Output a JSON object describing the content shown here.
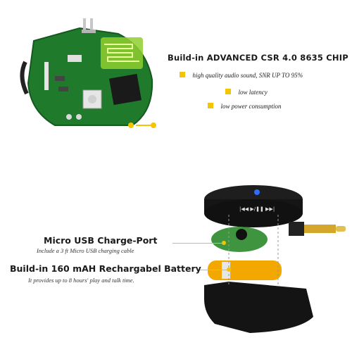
{
  "chip": {
    "title": "Build-in ADVANCED CSR 4.0 8635 CHIP",
    "features": [
      "high quality audio sound, SNR UP TO 95%",
      "low latency",
      "low power consumption"
    ]
  },
  "usb": {
    "title": "Micro USB Charge-Port",
    "subtitle": "Include a 3 ft Micro USB charging cable"
  },
  "battery": {
    "title": "Build-in 160 mAH Rechargabel Battery",
    "subtitle": "It provides up to 8 hours' play and talk time."
  },
  "device": {
    "media_controls": "|◀◀ ▶/❚❚ ▶▶|"
  },
  "colors": {
    "accent": "#f5c400",
    "pcb_green": "#1f7a2c",
    "device_body": "#151515"
  }
}
